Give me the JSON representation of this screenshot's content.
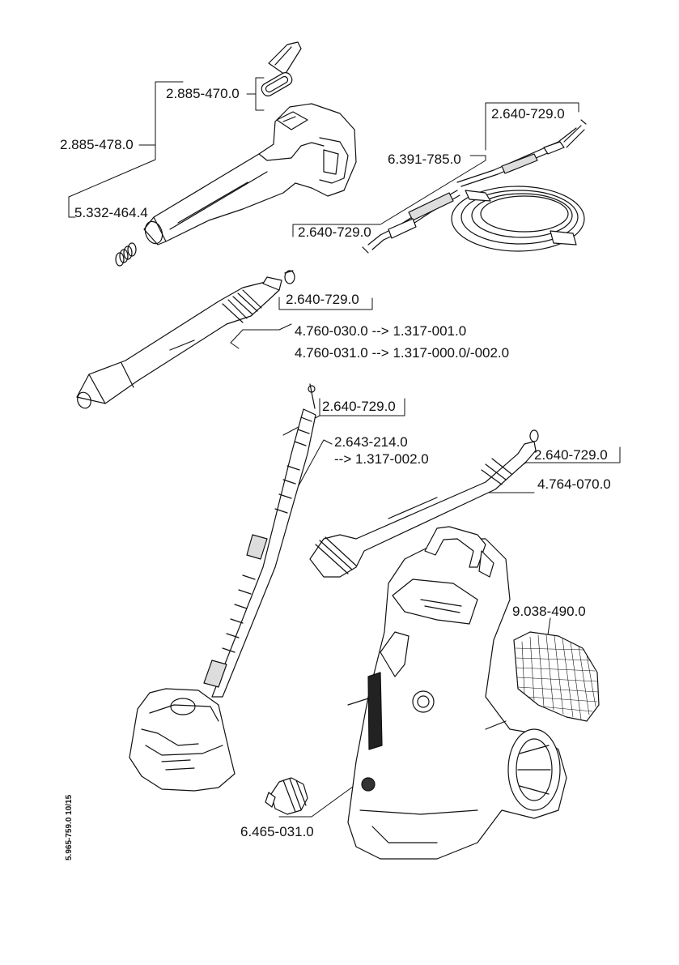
{
  "labels": {
    "trigger_clip": "2.885-470.0",
    "trigger_gun": "2.885-478.0",
    "gun_spring": "5.332-464.4",
    "hose_end_top": "2.640-729.0",
    "hose": "6.391-785.0",
    "hose_end_bottom": "2.640-729.0",
    "vario_oring": "2.640-729.0",
    "vario_lance_a": "4.760-030.0 --> 1.317-001.0",
    "vario_lance_b": "4.760-031.0 --> 1.317-000.0/-002.0",
    "surface_oring": "2.640-729.0",
    "surface_cleaner_a": "2.643-214.0",
    "surface_cleaner_b": "--> 1.317-002.0",
    "powder_oring": "2.640-729.0",
    "powder_lance": "4.764-070.0",
    "filter": "9.038-490.0",
    "coupling": "6.465-031.0"
  },
  "doc_code": "5.965-759.0  10/15",
  "colors": {
    "line": "#111111",
    "fill": "#ffffff",
    "shade": "#e8e8e8"
  },
  "figure_title": "",
  "figure_caption": ""
}
